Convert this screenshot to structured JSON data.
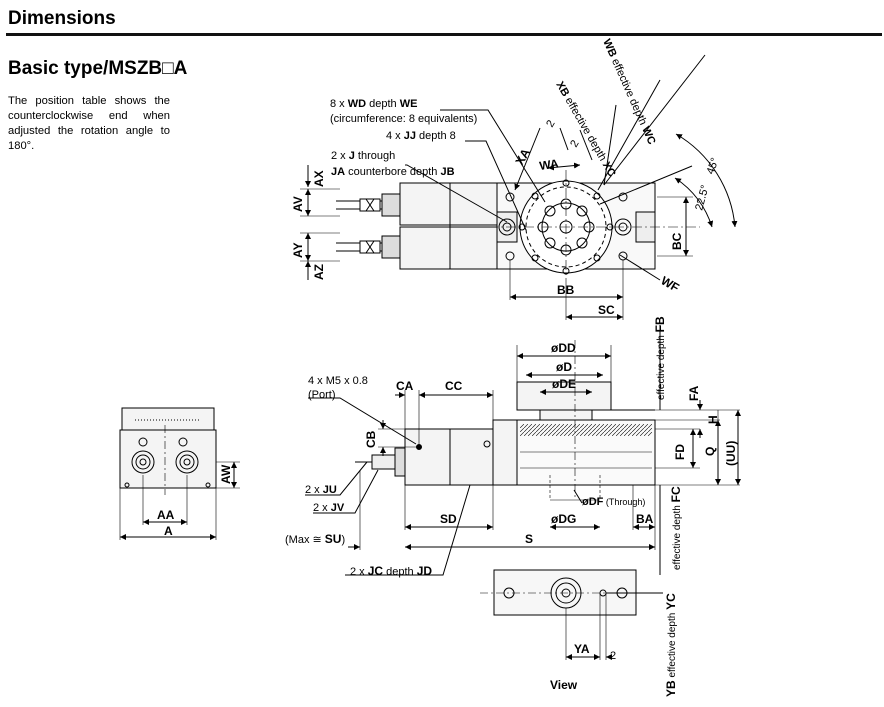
{
  "header": {
    "title": "Dimensions",
    "subtitle": "Basic type/MSZB□A",
    "description": "The position table shows the counterclockwise end when adjusted the rotation angle to 180°."
  },
  "top_view": {
    "note_wd_pre": "8 x ",
    "note_wd_b1": "WD",
    "note_wd_mid": " depth ",
    "note_wd_b2": "WE",
    "note_wd_2": "(circumference: 8 equivalents)",
    "note_jj_pre": "4 x ",
    "note_jj_b": "JJ",
    "note_jj_post": " depth 8",
    "note_j_pre": "2 x ",
    "note_j_b": "J",
    "note_j_post": " through",
    "note_ja_b1": "JA",
    "note_ja_mid": " counterbore depth ",
    "note_ja_b2": "JB",
    "AX": "AX",
    "AV": "AV",
    "AY": "AY",
    "AZ": "AZ",
    "XA": "XA",
    "WA": "WA",
    "two_a": "2",
    "two_b": "2",
    "XB_b": "XB",
    "XB_rest": " effective depth ",
    "XC": "XC",
    "WB_b": "WB",
    "WB_rest": " effective depth ",
    "WC": "WC",
    "angle45": "45°",
    "angle22": "22.5°",
    "BC": "BC",
    "BB": "BB",
    "SC": "SC",
    "WF": "WF"
  },
  "front_view": {
    "port_1": "4 x M5 x 0.8",
    "port_2": "(Port)",
    "CA": "CA",
    "CC": "CC",
    "CB": "CB",
    "DD": "øDD",
    "D": "øD",
    "DE": "øDE",
    "FB_text": "effective depth ",
    "FB": "FB",
    "FA": "FA",
    "H": "H",
    "FD": "FD",
    "Q": "Q",
    "UU": "(UU)",
    "FC_text": "effective depth ",
    "FC": "FC",
    "JU_pre": "2 x ",
    "JU": "JU",
    "JV_pre": "2 x ",
    "JV": "JV",
    "DF_b": "øDF",
    "DF_rest": " (Through)",
    "DG": "øDG",
    "BA": "BA",
    "SD": "SD",
    "S": "S",
    "max_pre": "(Max ≅ ",
    "max_b": "SU",
    "max_post": ")",
    "JC_pre": "2 x ",
    "JC": "JC",
    "JC_mid": " depth ",
    "JD": "JD"
  },
  "side_view": {
    "AW": "AW",
    "AA": "AA",
    "A": "A"
  },
  "bottom_view": {
    "YA": "YA",
    "two": "2",
    "YB_b": "YB",
    "YB_rest": " effective depth ",
    "YC": "YC",
    "caption": "View"
  }
}
